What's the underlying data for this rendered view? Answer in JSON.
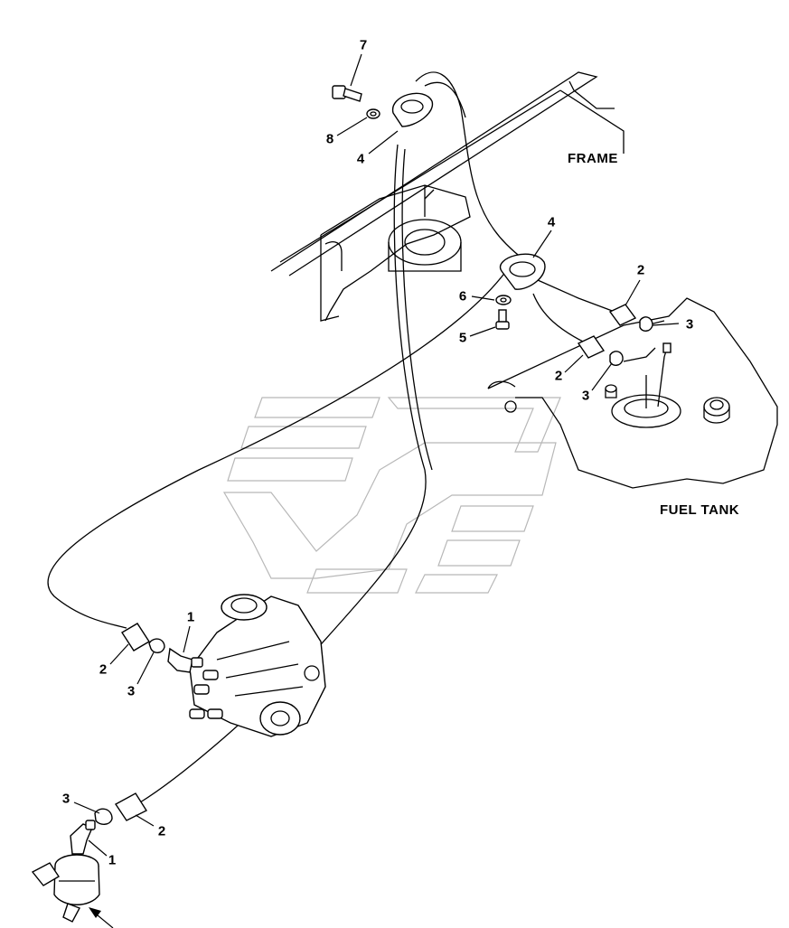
{
  "diagram": {
    "area_labels": {
      "frame": "FRAME",
      "fuel_tank": "FUEL TANK"
    },
    "callouts": [
      {
        "id": "c7",
        "text": "7"
      },
      {
        "id": "c8",
        "text": "8"
      },
      {
        "id": "c4a",
        "text": "4"
      },
      {
        "id": "c4b",
        "text": "4"
      },
      {
        "id": "c2a",
        "text": "2"
      },
      {
        "id": "c6",
        "text": "6"
      },
      {
        "id": "c3a",
        "text": "3"
      },
      {
        "id": "c5",
        "text": "5"
      },
      {
        "id": "c2b",
        "text": "2"
      },
      {
        "id": "c3b",
        "text": "3"
      },
      {
        "id": "c1a",
        "text": "1"
      },
      {
        "id": "c2c",
        "text": "2"
      },
      {
        "id": "c3c",
        "text": "3"
      },
      {
        "id": "c3d",
        "text": "3"
      },
      {
        "id": "c2d",
        "text": "2"
      },
      {
        "id": "c1b",
        "text": "1"
      }
    ]
  }
}
